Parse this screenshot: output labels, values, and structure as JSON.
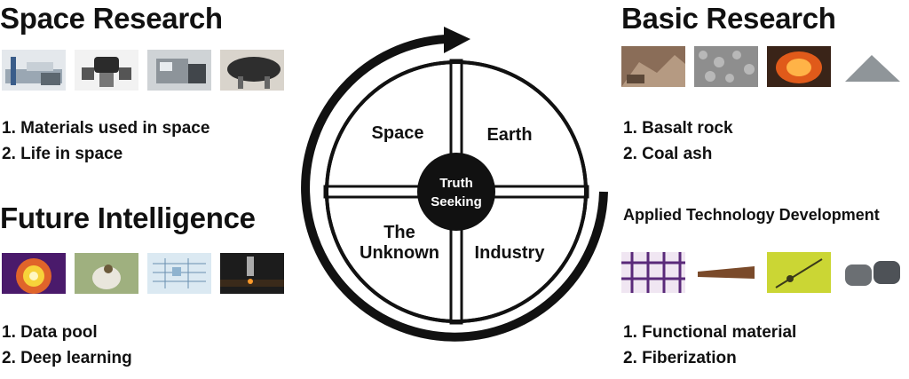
{
  "space_research": {
    "title": "Space Research",
    "items": [
      "1. Materials used in space",
      "2. Life in space"
    ],
    "images": [
      "satellite-structure-photo",
      "robot-arm-photo",
      "lab-equipment-photo",
      "rocket-fairing-photo"
    ]
  },
  "future_intelligence": {
    "title": "Future Intelligence",
    "items": [
      "1. Data pool",
      "2. Deep learning"
    ],
    "images": [
      "thermal-image-photo",
      "specimen-photo",
      "circuit-diagram-photo",
      "laser-nozzle-photo"
    ]
  },
  "basic_research": {
    "title": "Basic Research",
    "items": [
      "1. Basalt rock",
      "2. Coal ash"
    ],
    "images": [
      "quarry-photo",
      "crushed-rock-photo",
      "furnace-photo",
      "ash-powder-photo"
    ]
  },
  "applied_tech": {
    "title": "Applied Technology Development",
    "items": [
      "1. Functional material",
      "2. Fiberization"
    ],
    "images": [
      "fiber-mesh-photo",
      "fiber-rod-photo",
      "fiber-strand-photo",
      "fiber-tubes-photo"
    ]
  },
  "cycle": {
    "center_line1": "Truth",
    "center_line2": "Seeking",
    "q_space": "Space",
    "q_earth": "Earth",
    "q_unknown_line1": "The",
    "q_unknown_line2": "Unknown",
    "q_industry": "Industry"
  },
  "colors": {
    "ink": "#111111",
    "background": "#ffffff"
  }
}
